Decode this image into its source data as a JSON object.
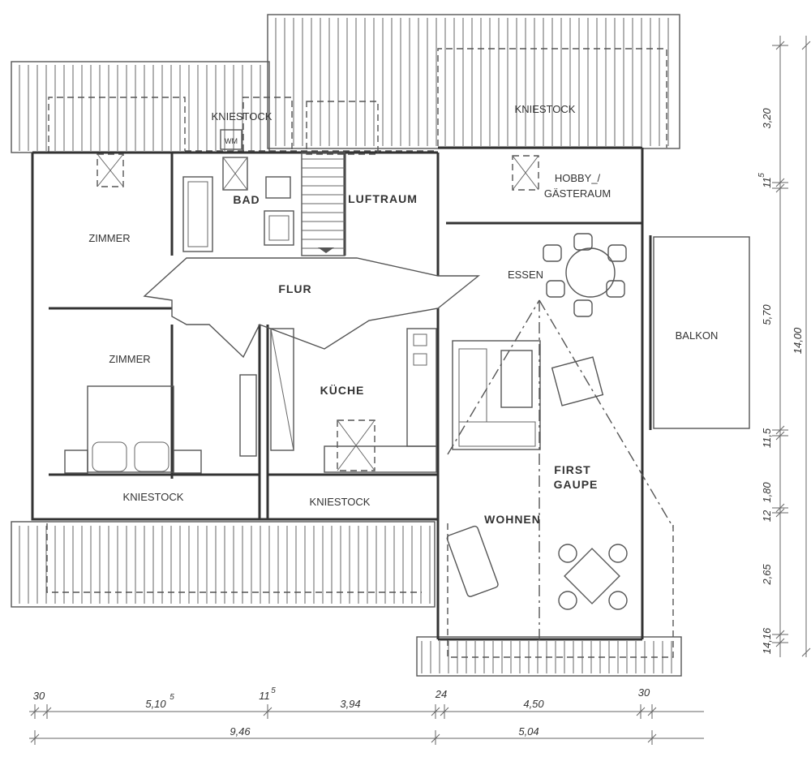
{
  "rooms": {
    "kniestock_top_left": "KNIESTOCK",
    "wm": "WM",
    "kniestock_top_right": "KNIESTOCK",
    "bad": "BAD",
    "luftraum": "LUFTRAUM",
    "hobby_line1": "HOBBY_/",
    "hobby_line2": "GÄSTERAUM",
    "zimmer_top": "ZIMMER",
    "flur": "FLUR",
    "essen": "ESSEN",
    "balkon": "BALKON",
    "zimmer_bottom": "ZIMMER",
    "kuche": "KÜCHE",
    "first_line1": "FIRST",
    "first_line2": "GAUPE",
    "kniestock_bottom_left": "KNIESTOCK",
    "kniestock_bottom_mid": "KNIESTOCK",
    "wohnen": "WOHNEN"
  },
  "dimensions_bottom_row1": [
    "30",
    "5,10",
    "11",
    "3,94",
    "24",
    "4,50",
    "30"
  ],
  "dimensions_bottom_row1_sup": {
    "5,10": "5",
    "11": "5"
  },
  "dimensions_bottom_row2": [
    "9,46",
    "5,04"
  ],
  "dimensions_right_inner": [
    "3,20",
    "11",
    "5,70",
    "11,5",
    "1,80",
    "12",
    "2,65",
    "14,16"
  ],
  "dimensions_right_inner_sup": {
    "11": "5"
  },
  "dimensions_right_outer": [
    "14,00"
  ]
}
